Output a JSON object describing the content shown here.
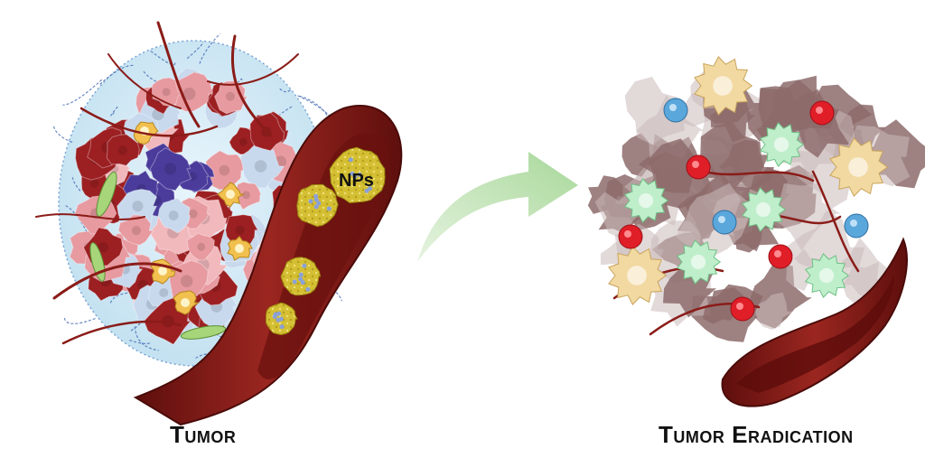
{
  "labels": {
    "left_caption": "Tumor",
    "right_caption": "Tumor Eradication",
    "nanoparticles": "NPs"
  },
  "colors": {
    "vessel": "#7a1512",
    "vessel_light": "#a8322c",
    "tumor_dark": "#9c1f22",
    "tumor_pink": "#e79aa0",
    "tumor_blue": "#c8d9ee",
    "tumor_purple": "#4b3c9c",
    "nanoparticle": "#d8c43c",
    "nanoparticle_dot": "#8aa0d8",
    "matrix": "#cfe7f5",
    "arrow": "#bfe3b3",
    "debris": "#8d6b6b",
    "debris_light": "#cbb9b9",
    "red_cell": "#e01e28",
    "blue_cell": "#5aa7dc",
    "green_cell": "#bfeecb",
    "dendritic_cell": "#f2d9a2"
  }
}
